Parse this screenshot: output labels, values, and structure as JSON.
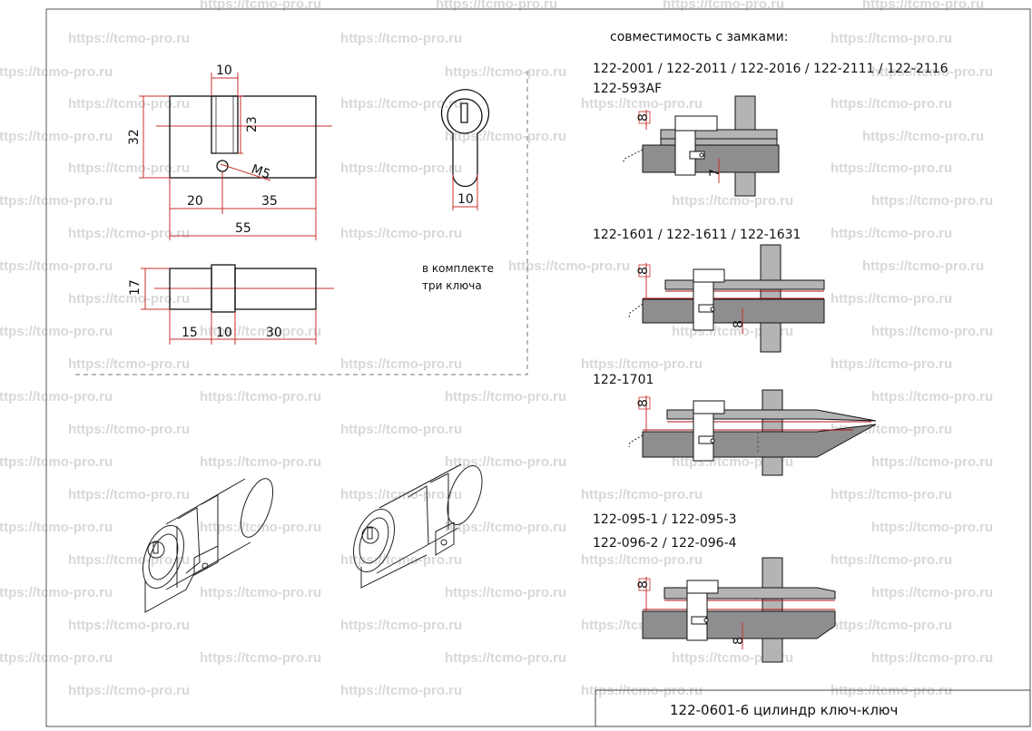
{
  "watermark": "https://tcmo-pro.ru",
  "compat": {
    "heading": "совместимость с замками:",
    "group1_line1": "122-2001 / 122-2011 / 122-2016 / 122-2111 / 122-2116",
    "group1_line2": "122-593AF",
    "group2": "122-1601  / 122-1611 / 122-1631",
    "group3": "122-1701",
    "group4_line1": "122-095-1  / 122-095-3",
    "group4_line2": "122-096-2 / 122-096-4"
  },
  "kit_note": {
    "line1": "в комплекте",
    "line2": "три ключа"
  },
  "dimensions": {
    "top_width": "10",
    "height": "32",
    "cam_height": "23",
    "screw": "M5",
    "left_len": "20",
    "right_len": "35",
    "total_len": "55",
    "profile_width": "10",
    "side_height": "17",
    "side_left": "15",
    "side_mid": "10",
    "side_right": "30"
  },
  "door_dims": {
    "d1": "8",
    "d2": "7",
    "d3": "8",
    "d4": "8",
    "d5": "8",
    "d6": "8",
    "d7": "8"
  },
  "title_block": {
    "title": "122-0601-6 цилиндр ключ-ключ"
  }
}
